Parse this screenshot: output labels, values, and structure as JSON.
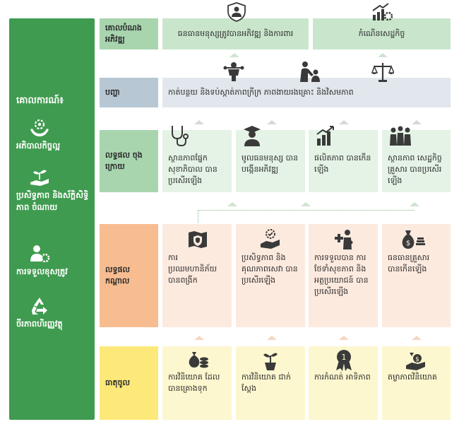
{
  "sidebar": {
    "title": "គោលការណ៍៖",
    "items": [
      {
        "icon": "hands-gear-icon",
        "label": "អភិបាលកិច្ចល្អ"
      },
      {
        "icon": "hand-plant-icon",
        "label": "ប្រសិទ្ធភាព និងស័ក្តិសិទ្ធិភាព ចំណាយ"
      },
      {
        "icon": "person-gear-icon",
        "label": "ការទទួលខុសត្រូវ"
      },
      {
        "icon": "recycle-icon",
        "label": "ចីរភាពហិរញ្ញវត្ថុ"
      }
    ]
  },
  "rows": {
    "goal": {
      "label": "គោលបំណង អភិវឌ្ឍ",
      "cells": [
        {
          "icon": "person-shield-icon",
          "text": "ធនធានមនុស្សត្រូវបានអភិវឌ្ឍ និងការពារ"
        },
        {
          "icon": "growth-chart-gear-icon",
          "text": "កំណើនសេដ្ឋកិច្ច"
        }
      ]
    },
    "challenge": {
      "label": "បញ្ហា",
      "text": "កាត់បន្ថយ និងទប់ស្កាត់ភាពក្រីក្រ ភាពងាយរងគ្រោះ និងវិសមភាព",
      "icons": [
        "person-lifting-icon",
        "people-caring-icon",
        "balance-scale-icon"
      ]
    },
    "outcome": {
      "label": "លទ្ធផល ចុងក្រោយ",
      "cells": [
        {
          "icon": "stethoscope-icon",
          "text": "ស្ថានភាពផ្នែក សុខាភិបាល បានប្រសើរឡើង"
        },
        {
          "icon": "graduate-icon",
          "text": "មូលធនមនុស្ស បានបង្កើនអភិវឌ្ឍ"
        },
        {
          "icon": "productivity-chart-icon",
          "text": "ផលិតភាព បានកើនឡើង"
        },
        {
          "icon": "family-icon",
          "text": "ស្ថានភាព សេដ្ឋកិច្ចគ្រួសារ បានប្រសើរឡើង"
        }
      ]
    },
    "intermediate": {
      "label": "លទ្ធផល កណ្តាល",
      "cells": [
        {
          "icon": "shield-map-icon",
          "text": "ការប្រឈមហានិភ័យ បានពង្រីក"
        },
        {
          "icon": "hand-quality-icon",
          "text": "ប្រសិទ្ធភាព និង គុណភាពសេវា បានប្រសើរឡើង"
        },
        {
          "icon": "health-care-icon",
          "text": "ការទទួលបាន ការថែទាំសុខភាព និងអត្ថប្រយោជន៍ បានប្រសើរឡើង"
        },
        {
          "icon": "money-bag-icon",
          "text": "ធនធានគ្រួសារ បានកើនឡើង"
        }
      ]
    },
    "input": {
      "label": "ធាតុចូល",
      "cells": [
        {
          "icon": "coins-icon",
          "text": "ការវិនិយោគ ដែលបានគ្រោងទុក"
        },
        {
          "icon": "plant-pot-icon",
          "text": "ការវិនិយោគ ជាក់ស្តែង"
        },
        {
          "icon": "award-icon",
          "text": "ការកំណត់ អាទិភាព"
        },
        {
          "icon": "hand-coin-icon",
          "text": "តម្លាភាពវិនិយោគ"
        }
      ]
    }
  },
  "colors": {
    "sidebar": "#3f9b4f",
    "goal_label": "#a8d5ae",
    "goal_cell": "#c9e6cc",
    "challenge_label": "#b7c7d4",
    "challenge_cell": "#e1e7ec",
    "outcome_label": "#a8d5ae",
    "outcome_cell": "#e4f3e5",
    "intermediate_label": "#f7bd90",
    "intermediate_cell": "#fdeadf",
    "input_label": "#fce97a",
    "input_cell": "#fdf7cf",
    "icon": "#3a3a3a"
  }
}
